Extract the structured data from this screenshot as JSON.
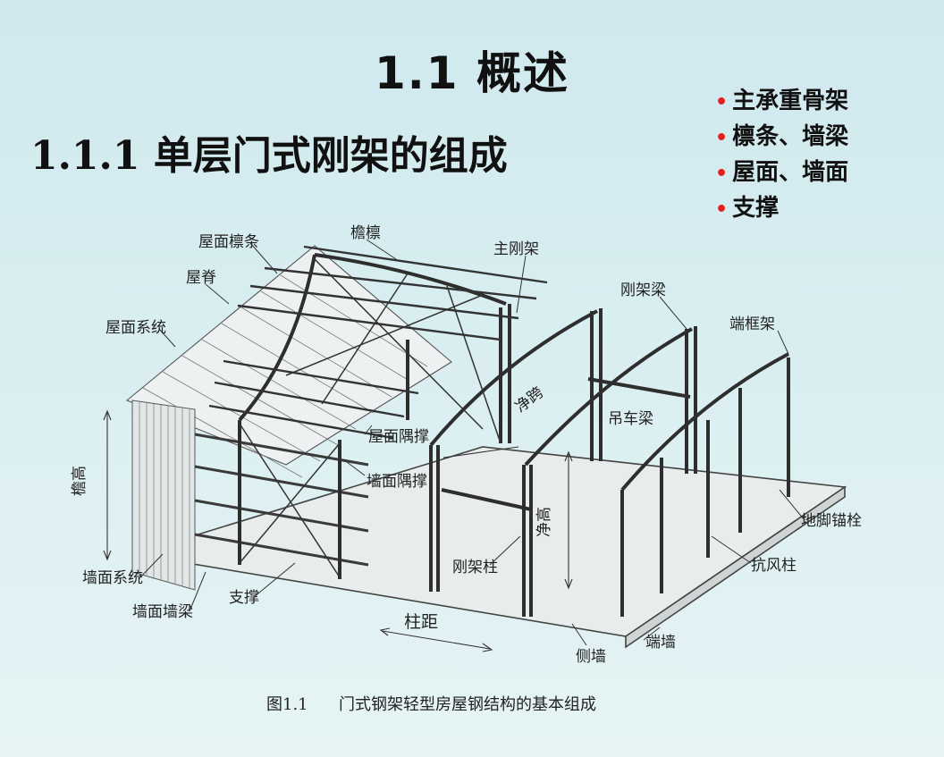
{
  "title": "1.1  概述",
  "section_heading": "1.1.1 单层门式刚架的组成",
  "bullets": [
    "主承重骨架",
    "檩条、墙梁",
    "屋面、墙面",
    "支撑"
  ],
  "colors": {
    "bullet": "#e0201b",
    "steel": "#3a3a3a"
  },
  "diagram": {
    "labels": {
      "roof_purlin": "屋面檩条",
      "eave_purlin": "檐檩",
      "main_frame": "主刚架",
      "ridge": "屋脊",
      "frame_beam": "刚架梁",
      "end_frame": "端框架",
      "roof_system": "屋面系统",
      "clear_span": "净跨",
      "crane_beam": "吊车梁",
      "roof_bracing": "屋面隅撑",
      "wall_bracing": "墙面隅撑",
      "eave_height": "檐高",
      "clear_height": "净高",
      "anchor_bolt": "地脚锚栓",
      "frame_column": "刚架柱",
      "wind_column": "抗风柱",
      "wall_system": "墙面系统",
      "brace": "支撑",
      "wall_girt": "墙面墙梁",
      "bay_spacing": "柱距",
      "end_wall": "端墙",
      "side_wall": "侧墙"
    },
    "caption": "图1.1      门式钢架轻型房屋钢结构的基本组成"
  }
}
